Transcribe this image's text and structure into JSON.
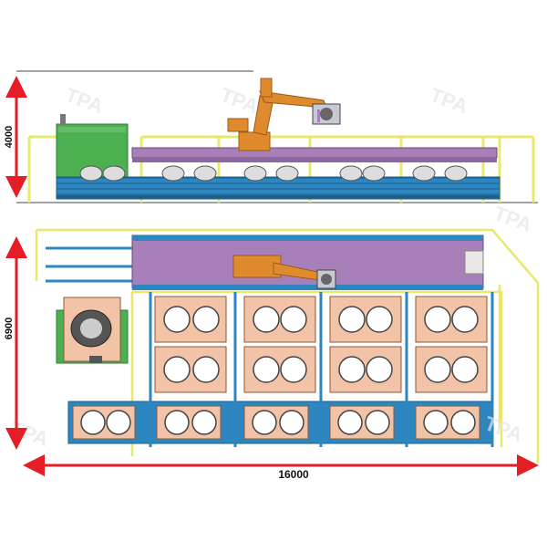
{
  "dimensions": {
    "elevation_height": "4000",
    "plan_depth": "6900",
    "overall_length": "16000"
  },
  "watermark": {
    "text": "TPA"
  },
  "colors": {
    "rail": "#a77fb9",
    "conveyor": "#2e86c1",
    "frame_yellow": "#e8e86a",
    "robot": "#e08a2e",
    "pallet": "#f2c3a6",
    "cabinet": "#4caf50",
    "dimension": "#e31e24"
  }
}
